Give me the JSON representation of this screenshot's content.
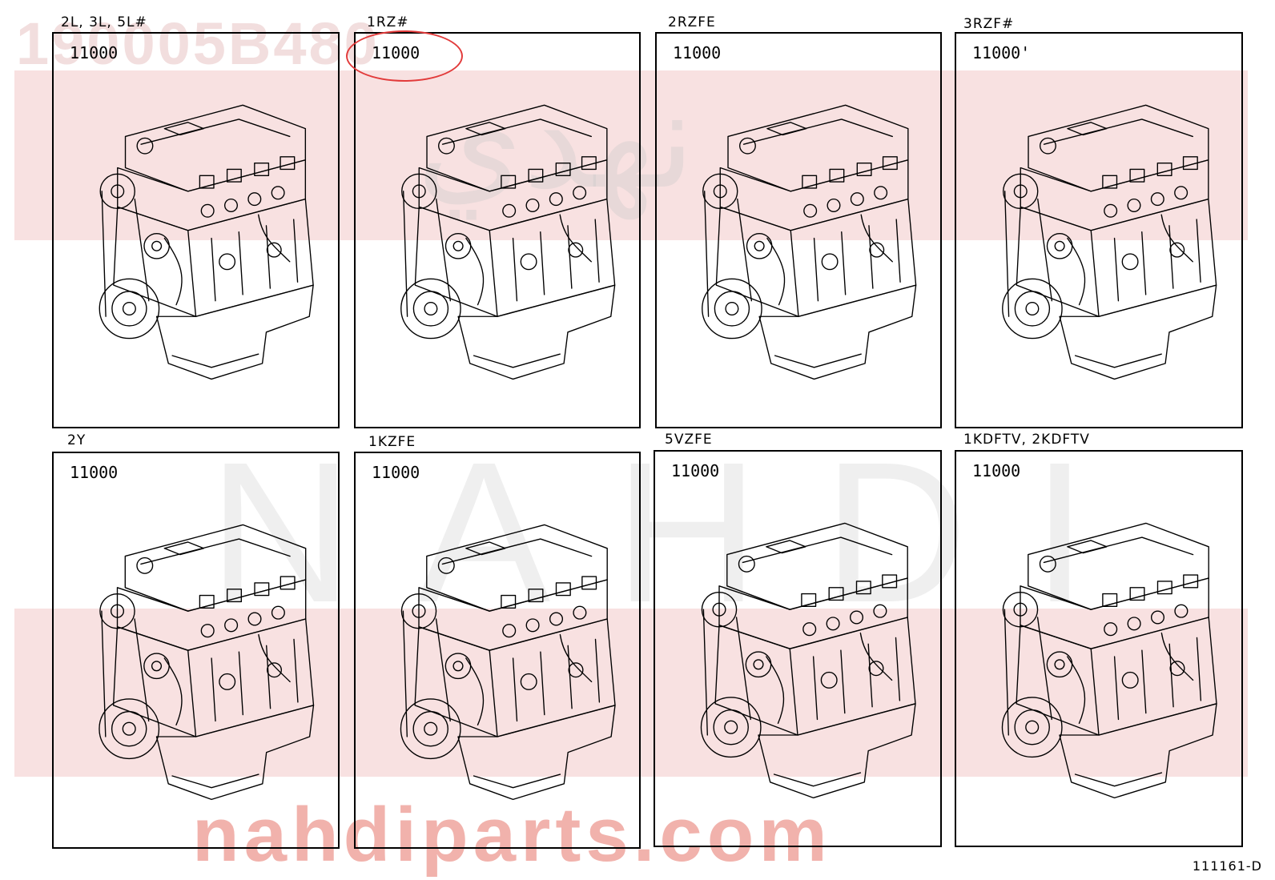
{
  "watermark": {
    "part_number": "190005B480",
    "site": "nahdiparts.com",
    "brand": "NAHDI",
    "arabic": "نهدي"
  },
  "panels": [
    {
      "title": "2L, 3L, 5L#",
      "code": "11000"
    },
    {
      "title": "1RZ#",
      "code": "11000"
    },
    {
      "title": "2RZFE",
      "code": "11000"
    },
    {
      "title": "3RZF#",
      "code": "11000'"
    },
    {
      "title": "2Y",
      "code": "11000"
    },
    {
      "title": "1KZFE",
      "code": "11000"
    },
    {
      "title": "5VZFE",
      "code": "11000"
    },
    {
      "title": "1KDFTV, 2KDFTV",
      "code": "11000"
    }
  ],
  "diagram_id": "111161-D",
  "colors": {
    "highlight": "#e23b3b",
    "watermark_band": "#f8e1e1",
    "watermark_text": "#f1b2ac"
  }
}
